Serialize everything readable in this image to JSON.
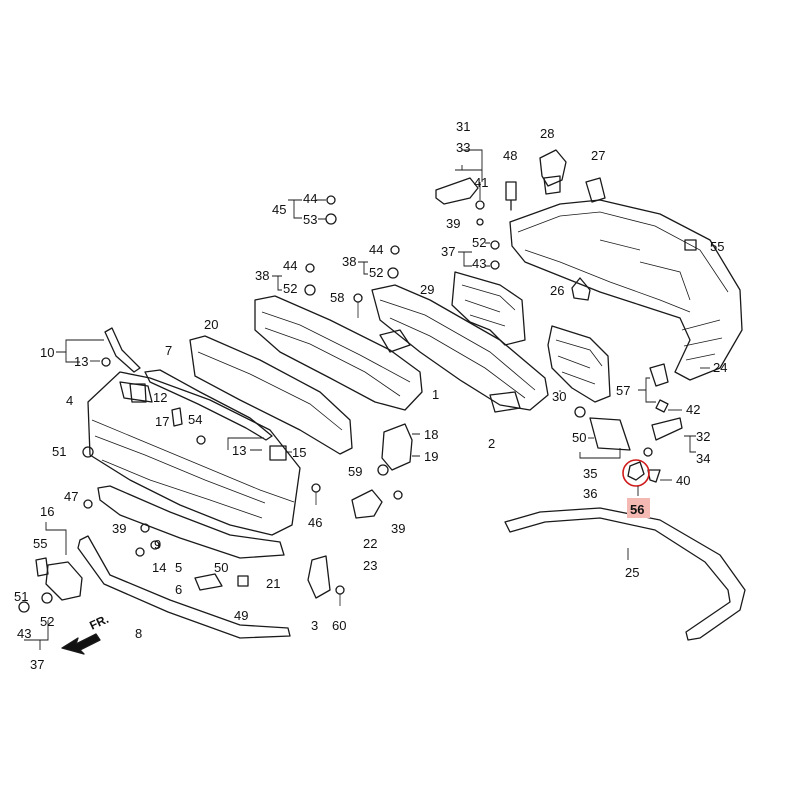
{
  "diagram": {
    "direction_label": "FR.",
    "highlight": {
      "label": "56",
      "color": "#d01a1a",
      "box_color": "#f4b9b3"
    },
    "callouts": [
      {
        "id": "c31",
        "text": "31"
      },
      {
        "id": "c33",
        "text": "33"
      },
      {
        "id": "c41",
        "text": "41"
      },
      {
        "id": "c39a",
        "text": "39"
      },
      {
        "id": "c48",
        "text": "48"
      },
      {
        "id": "c28",
        "text": "28"
      },
      {
        "id": "c27",
        "text": "27"
      },
      {
        "id": "c45",
        "text": "45"
      },
      {
        "id": "c44a",
        "text": "44"
      },
      {
        "id": "c53",
        "text": "53"
      },
      {
        "id": "c37a",
        "text": "37"
      },
      {
        "id": "c52a",
        "text": "52"
      },
      {
        "id": "c43a",
        "text": "43"
      },
      {
        "id": "c55a",
        "text": "55"
      },
      {
        "id": "c38a",
        "text": "38"
      },
      {
        "id": "c44b",
        "text": "44"
      },
      {
        "id": "c52b",
        "text": "52"
      },
      {
        "id": "c38b",
        "text": "38"
      },
      {
        "id": "c44c",
        "text": "44"
      },
      {
        "id": "c52c",
        "text": "52"
      },
      {
        "id": "c58",
        "text": "58"
      },
      {
        "id": "c29",
        "text": "29"
      },
      {
        "id": "c26",
        "text": "26"
      },
      {
        "id": "c24",
        "text": "24"
      },
      {
        "id": "c20",
        "text": "20"
      },
      {
        "id": "c10",
        "text": "10"
      },
      {
        "id": "c13a",
        "text": "13"
      },
      {
        "id": "c7",
        "text": "7"
      },
      {
        "id": "c4",
        "text": "4"
      },
      {
        "id": "c12",
        "text": "12"
      },
      {
        "id": "c17",
        "text": "17"
      },
      {
        "id": "c54",
        "text": "54"
      },
      {
        "id": "c1",
        "text": "1"
      },
      {
        "id": "c2",
        "text": "2"
      },
      {
        "id": "c30",
        "text": "30"
      },
      {
        "id": "c57",
        "text": "57"
      },
      {
        "id": "c42",
        "text": "42"
      },
      {
        "id": "c32",
        "text": "32"
      },
      {
        "id": "c34",
        "text": "34"
      },
      {
        "id": "c50a",
        "text": "50"
      },
      {
        "id": "c35",
        "text": "35"
      },
      {
        "id": "c36",
        "text": "36"
      },
      {
        "id": "c40",
        "text": "40"
      },
      {
        "id": "c51a",
        "text": "51"
      },
      {
        "id": "c13b",
        "text": "13"
      },
      {
        "id": "c15",
        "text": "15"
      },
      {
        "id": "c18",
        "text": "18"
      },
      {
        "id": "c19",
        "text": "19"
      },
      {
        "id": "c59",
        "text": "59"
      },
      {
        "id": "c47",
        "text": "47"
      },
      {
        "id": "c46",
        "text": "46"
      },
      {
        "id": "c16",
        "text": "16"
      },
      {
        "id": "c39b",
        "text": "39"
      },
      {
        "id": "c22",
        "text": "22"
      },
      {
        "id": "c23",
        "text": "23"
      },
      {
        "id": "c39c",
        "text": "39"
      },
      {
        "id": "c55b",
        "text": "55"
      },
      {
        "id": "c9",
        "text": "9"
      },
      {
        "id": "c14",
        "text": "14"
      },
      {
        "id": "c5",
        "text": "5"
      },
      {
        "id": "c50b",
        "text": "50"
      },
      {
        "id": "c6",
        "text": "6"
      },
      {
        "id": "c21",
        "text": "21"
      },
      {
        "id": "c51b",
        "text": "51"
      },
      {
        "id": "c52d",
        "text": "52"
      },
      {
        "id": "c43b",
        "text": "43"
      },
      {
        "id": "c37b",
        "text": "37"
      },
      {
        "id": "c49",
        "text": "49"
      },
      {
        "id": "c8",
        "text": "8"
      },
      {
        "id": "c3",
        "text": "3"
      },
      {
        "id": "c60",
        "text": "60"
      },
      {
        "id": "c25",
        "text": "25"
      }
    ]
  }
}
